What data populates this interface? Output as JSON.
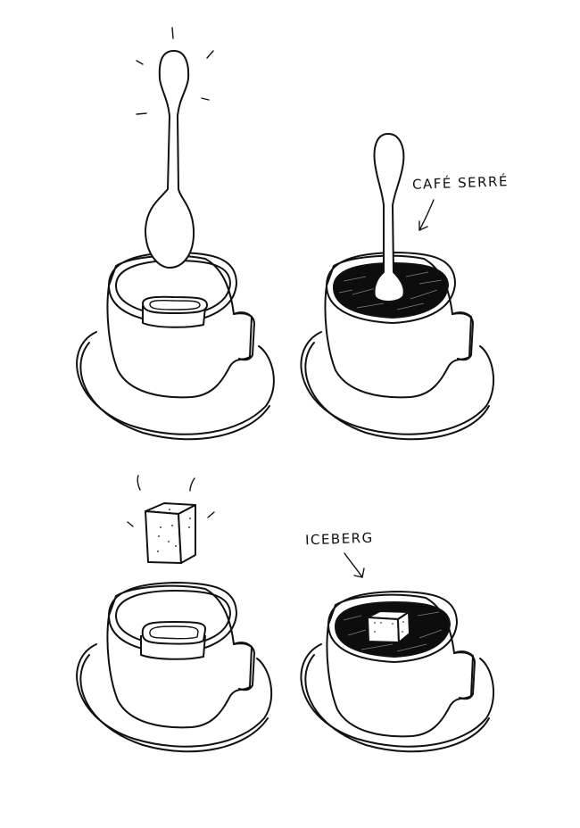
{
  "illustration": {
    "panels": [
      {
        "id": "spoon-dropping",
        "description": "Spoon hovering above empty cup containing sugar-cube-like insert",
        "label": ""
      },
      {
        "id": "cafe-serre",
        "description": "Spoon standing upright in dense black coffee",
        "label": "CAFÉ SERRÉ"
      },
      {
        "id": "sugar-cube-dropping",
        "description": "Sugar cube hovering above empty cup",
        "label": ""
      },
      {
        "id": "iceberg",
        "description": "Sugar cube floating on black coffee like an iceberg",
        "label": "ICEBERG"
      }
    ],
    "colors": {
      "ink": "#111111",
      "paper": "#ffffff",
      "coffee": "#0d0d0d"
    }
  }
}
